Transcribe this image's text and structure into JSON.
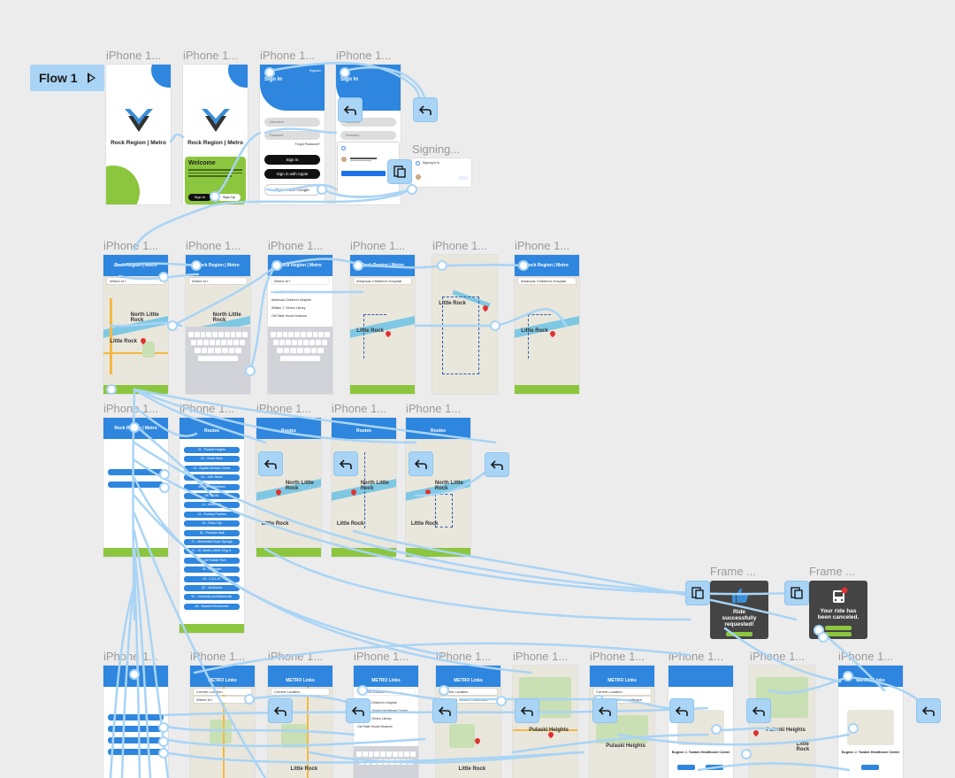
{
  "flow": {
    "label": "Flow 1",
    "icon": "play-icon"
  },
  "frames_row1": {
    "titles": [
      "iPhone 1...",
      "iPhone 1...",
      "iPhone 1...",
      "iPhone 1...",
      "Signing..."
    ]
  },
  "frames_row2": {
    "titles": [
      "iPhone 1...",
      "iPhone 1...",
      "iPhone 1...",
      "iPhone 1...",
      "iPhone 1...",
      "iPhone 1..."
    ]
  },
  "frames_row3": {
    "titles": [
      "iPhone 1...",
      "iPhone 1...",
      "iPhone 1...",
      "iPhone 1...",
      "iPhone 1..."
    ]
  },
  "frames_row4": {
    "titles": [
      "iPhone 1...",
      "iPhone 1...",
      "iPhone 1...",
      "iPhone 1...",
      "iPhone 1...",
      "iPhone 1...",
      "iPhone 1...",
      "iPhone 1...",
      "iPhone 1..."
    ]
  },
  "popups": {
    "titles": [
      "Frame ...",
      "Frame ..."
    ],
    "requested": "Ride successfully requested!",
    "canceled": "Your ride has been canceled."
  },
  "app": {
    "brand": "Rock Region | Metro",
    "welcome": "Welcome",
    "sign_in": "Sign In",
    "sign_up": "Sign Up",
    "sign_in_apple": "Sign in with Apple",
    "sign_in_google": "Sign in with Google",
    "username": "Username",
    "password": "Password",
    "forgot": "Forgot Password?",
    "register": "Register",
    "where_to": "Where to?",
    "destination": "Arkansas Children's Hospital",
    "routes": "Routes",
    "metro_links": "METRO Links",
    "current_location": "Current Location",
    "little_rock": "Little Rock",
    "north_little_rock": "North Little Rock",
    "pulaski_heights": "Pulaski Heights",
    "clinic": "Eugene J. Towbin Healthcare Center",
    "route_list": [
      "01 - Pulaski Heights",
      "02 - South Main",
      "03 - Baptist Medical Center",
      "04 - 12th Street",
      "05 - West Markham",
      "08 - 1-630",
      "11 - Maumelle",
      "13 - Rodney Parham",
      "14 - Rose City",
      "16 - Pinnacle Mall",
      "17 - Mabelvale/Geyer Springs",
      "21 - Dr. Martin Luther King Jr.",
      "22 - UA Pulaski Tech",
      "33 - Rosedale",
      "34 - C.A.L.M.",
      "52 - McAlmont",
      "53 - University Ave/Mabelvale",
      "54 - Baseline/Southwest"
    ],
    "suggestions": [
      "Lamar Porter Field",
      "Arkansas Children's Hospital",
      "William J. Clinton Library",
      "Old State House Museum"
    ],
    "signing_in": "Signing in to"
  }
}
